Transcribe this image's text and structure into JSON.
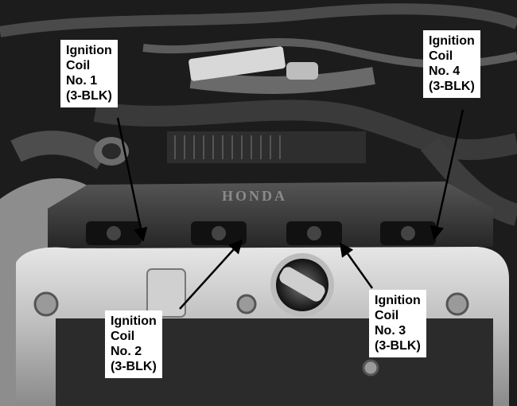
{
  "photo": {
    "engine_cover_brand": "HONDA",
    "colors": {
      "background": "#1a1a1a",
      "valve_cover": "#3a3a3a",
      "cam_cover_silver": "#cfcfcf",
      "label_bg": "#ffffff",
      "label_text": "#000000",
      "arrow": "#000000"
    }
  },
  "callouts": [
    {
      "id": "coil-1",
      "lines": [
        "Ignition",
        "Coil",
        "No. 1",
        "(3-BLK)"
      ]
    },
    {
      "id": "coil-4",
      "lines": [
        "Ignition",
        "Coil",
        "No. 4",
        "(3-BLK)"
      ]
    },
    {
      "id": "coil-2",
      "lines": [
        "Ignition",
        "Coil",
        "No. 2",
        "(3-BLK)"
      ]
    },
    {
      "id": "coil-3",
      "lines": [
        "Ignition",
        "Coil",
        "No. 3",
        "(3-BLK)"
      ]
    }
  ]
}
